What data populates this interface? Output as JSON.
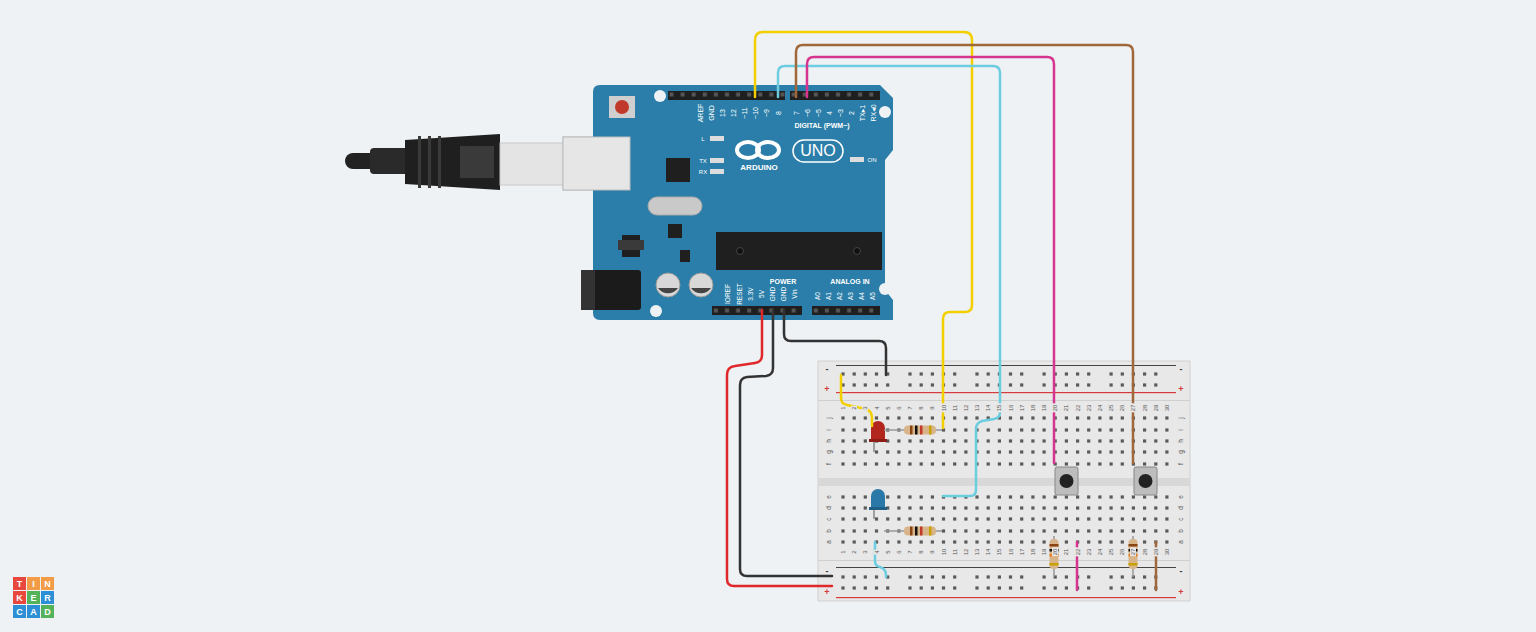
{
  "diagram": {
    "labels": [
      "AREF",
      "GND",
      "13",
      "12",
      "~11",
      "~10",
      "~9",
      "8",
      "7",
      "~6",
      "~5",
      "4",
      "~3",
      "2",
      "TX▸1",
      "RX◂0",
      "DIGITAL (PWM~)",
      "L",
      "TX",
      "RX",
      "ARDUINO",
      "UNO",
      "ON",
      "IOREF",
      "RESET",
      "3.3V",
      "5V",
      "GND",
      "GND",
      "Vin",
      "POWER",
      "ANALOG IN",
      "A0",
      "A1",
      "A2",
      "A3",
      "A4",
      "A5",
      "1",
      "2",
      "3",
      "4",
      "5",
      "6",
      "7",
      "8",
      "9",
      "10",
      "11",
      "12",
      "13",
      "14",
      "15",
      "16",
      "17",
      "18",
      "19",
      "20",
      "21",
      "22",
      "23",
      "24",
      "25",
      "26",
      "27",
      "28",
      "29",
      "30",
      "1",
      "2",
      "3",
      "4",
      "5",
      "6",
      "7",
      "8",
      "9",
      "10",
      "11",
      "12",
      "13",
      "14",
      "15",
      "16",
      "17",
      "18",
      "19",
      "20",
      "21",
      "22",
      "23",
      "24",
      "25",
      "26",
      "27",
      "28",
      "29",
      "30",
      "j",
      "i",
      "h",
      "g",
      "f",
      "e",
      "d",
      "c",
      "b",
      "a",
      "j",
      "i",
      "h",
      "g",
      "f",
      "e",
      "d",
      "c",
      "b",
      "a",
      "-",
      "+",
      "-",
      "+",
      "-",
      "+",
      "-",
      "+",
      "T",
      "I",
      "N",
      "K",
      "E",
      "R",
      "C",
      "A",
      "D"
    ]
  }
}
